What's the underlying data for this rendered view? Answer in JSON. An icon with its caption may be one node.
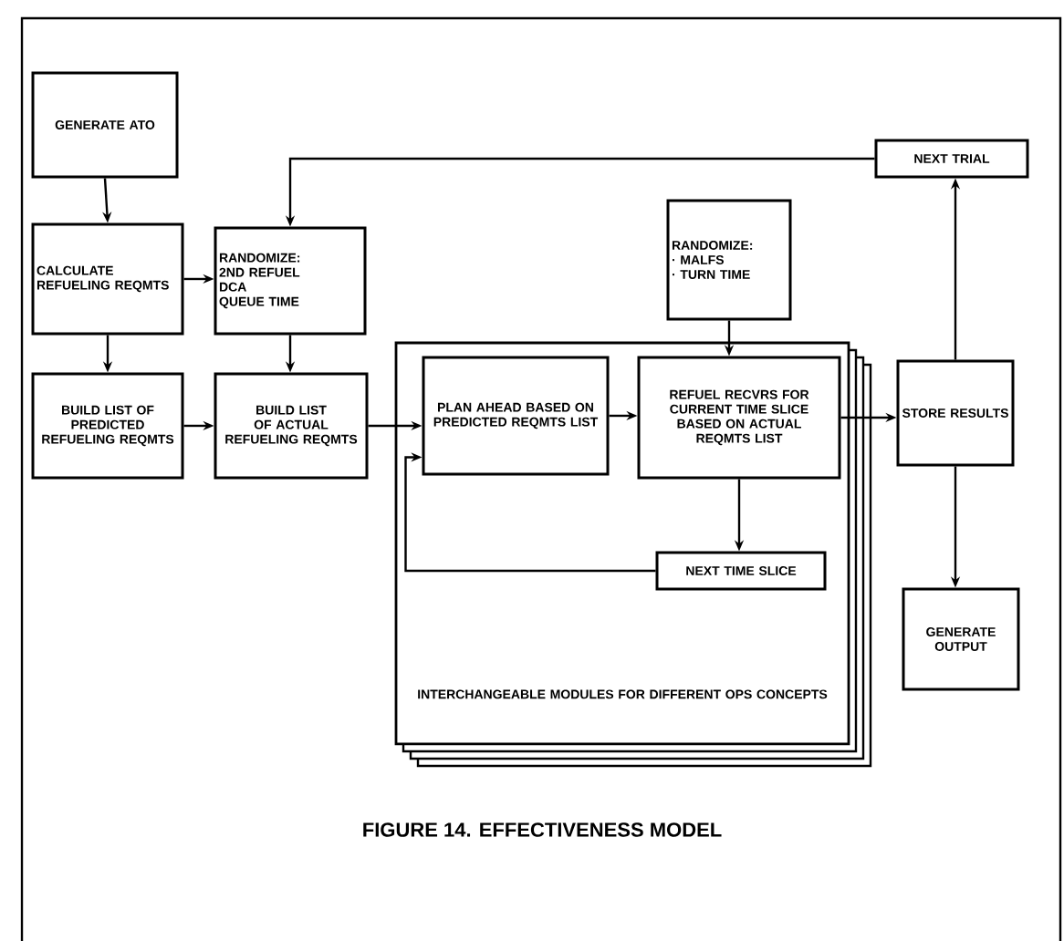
{
  "diagram": {
    "caption": "FIGURE 14. EFFECTIVENESS MODEL",
    "nodes": [
      {
        "text": [
          "GENERATE ATO"
        ]
      },
      {
        "text": [
          "CALCULATE REFUELING REQMTS"
        ]
      },
      {
        "text": [
          "RANDOMIZE:",
          "2ND REFUEL",
          "DCA",
          "QUEUE TIME"
        ]
      },
      {
        "text": [
          "BUILD LIST OF PREDICTED REFUELING REQMTS"
        ]
      },
      {
        "text": [
          "BUILD LIST OF ACTUAL REFUELING REQMTS"
        ]
      },
      {
        "text": [
          "INTERCHANGEABLE MODULES FOR DIFFERENT OPS CONCEPTS"
        ]
      },
      {
        "text": [
          "PLAN AHEAD BASED ON PREDICTED REQMTS LIST"
        ],
        "in": 5
      },
      {
        "text": [
          "REFUEL RECVRS FOR CURRENT TIME SLICE",
          "BASED ON ACTUAL REQMTS LIST"
        ],
        "in": 5
      },
      {
        "text": [
          "RANDOMIZE:",
          "· MALFS",
          "· TURN TIME"
        ]
      },
      {
        "text": [
          "NEXT TIME SLICE"
        ],
        "in": 5
      },
      {
        "text": [
          "NEXT TRIAL"
        ]
      },
      {
        "text": [
          "STORE RESULTS"
        ]
      },
      {
        "text": [
          "GENERATE OUTPUT"
        ]
      }
    ],
    "edges": [
      {
        "from": 0,
        "to": 1,
        "arrow": "to"
      },
      {
        "from": 1,
        "to": 2,
        "arrow": "to"
      },
      {
        "from": 1,
        "to": 3,
        "arrow": "to"
      },
      {
        "from": 3,
        "to": 4,
        "arrow": "to"
      },
      {
        "from": 2,
        "to": 4,
        "arrow": "to"
      },
      {
        "from": 4,
        "to": 6,
        "arrow": "to"
      },
      {
        "from": 6,
        "to": 7,
        "arrow": "to"
      },
      {
        "from": 8,
        "to": 7,
        "arrow": "to"
      },
      {
        "from": 7,
        "to": 11,
        "arrow": "to"
      },
      {
        "from": 7,
        "to": 9,
        "arrow": "to"
      },
      {
        "from": 9,
        "to": 6,
        "arrow": "to"
      },
      {
        "from": 11,
        "to": 10,
        "arrow": "to"
      },
      {
        "from": 10,
        "to": 2,
        "arrow": "to"
      },
      {
        "from": 11,
        "to": 12,
        "arrow": "to"
      }
    ]
  }
}
